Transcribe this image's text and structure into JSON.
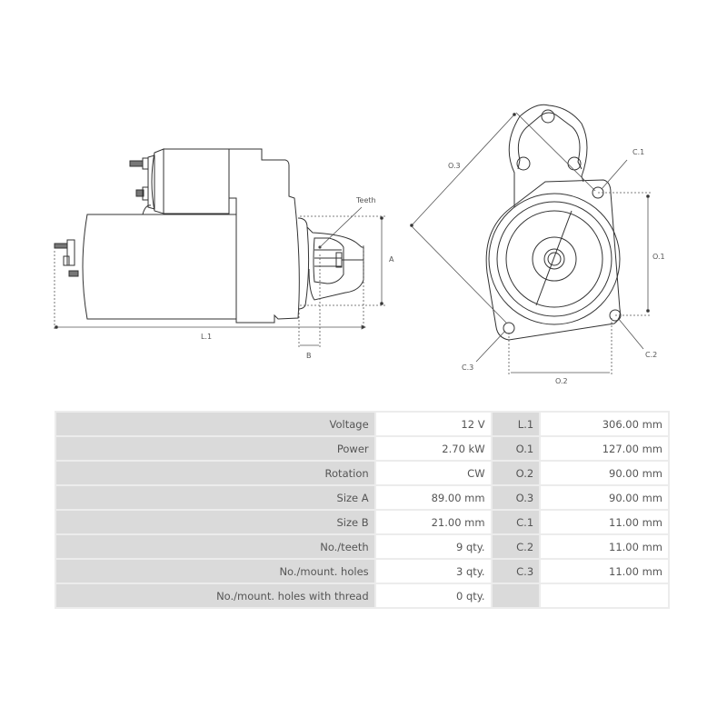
{
  "diagrams": {
    "side_view": {
      "labels": {
        "teeth": "Teeth",
        "a": "A",
        "b": "B",
        "l1": "L.1"
      }
    },
    "front_view": {
      "labels": {
        "o1": "O.1",
        "o2": "O.2",
        "o3": "O.3",
        "c1": "C.1",
        "c2": "C.2",
        "c3": "C.3"
      }
    },
    "line_color": "#333333"
  },
  "specs": {
    "rows": [
      {
        "label": "Voltage",
        "value": "12 V",
        "key": "L.1",
        "key_value": "306.00 mm"
      },
      {
        "label": "Power",
        "value": "2.70 kW",
        "key": "O.1",
        "key_value": "127.00 mm"
      },
      {
        "label": "Rotation",
        "value": "CW",
        "key": "O.2",
        "key_value": "90.00 mm"
      },
      {
        "label": "Size A",
        "value": "89.00 mm",
        "key": "O.3",
        "key_value": "90.00 mm"
      },
      {
        "label": "Size B",
        "value": "21.00 mm",
        "key": "C.1",
        "key_value": "11.00 mm"
      },
      {
        "label": "No./teeth",
        "value": "9 qty.",
        "key": "C.2",
        "key_value": "11.00 mm"
      },
      {
        "label": "No./mount. holes",
        "value": "3 qty.",
        "key": "C.3",
        "key_value": "11.00 mm"
      },
      {
        "label": "No./mount. holes with thread",
        "value": "0 qty.",
        "key": "",
        "key_value": ""
      }
    ]
  }
}
